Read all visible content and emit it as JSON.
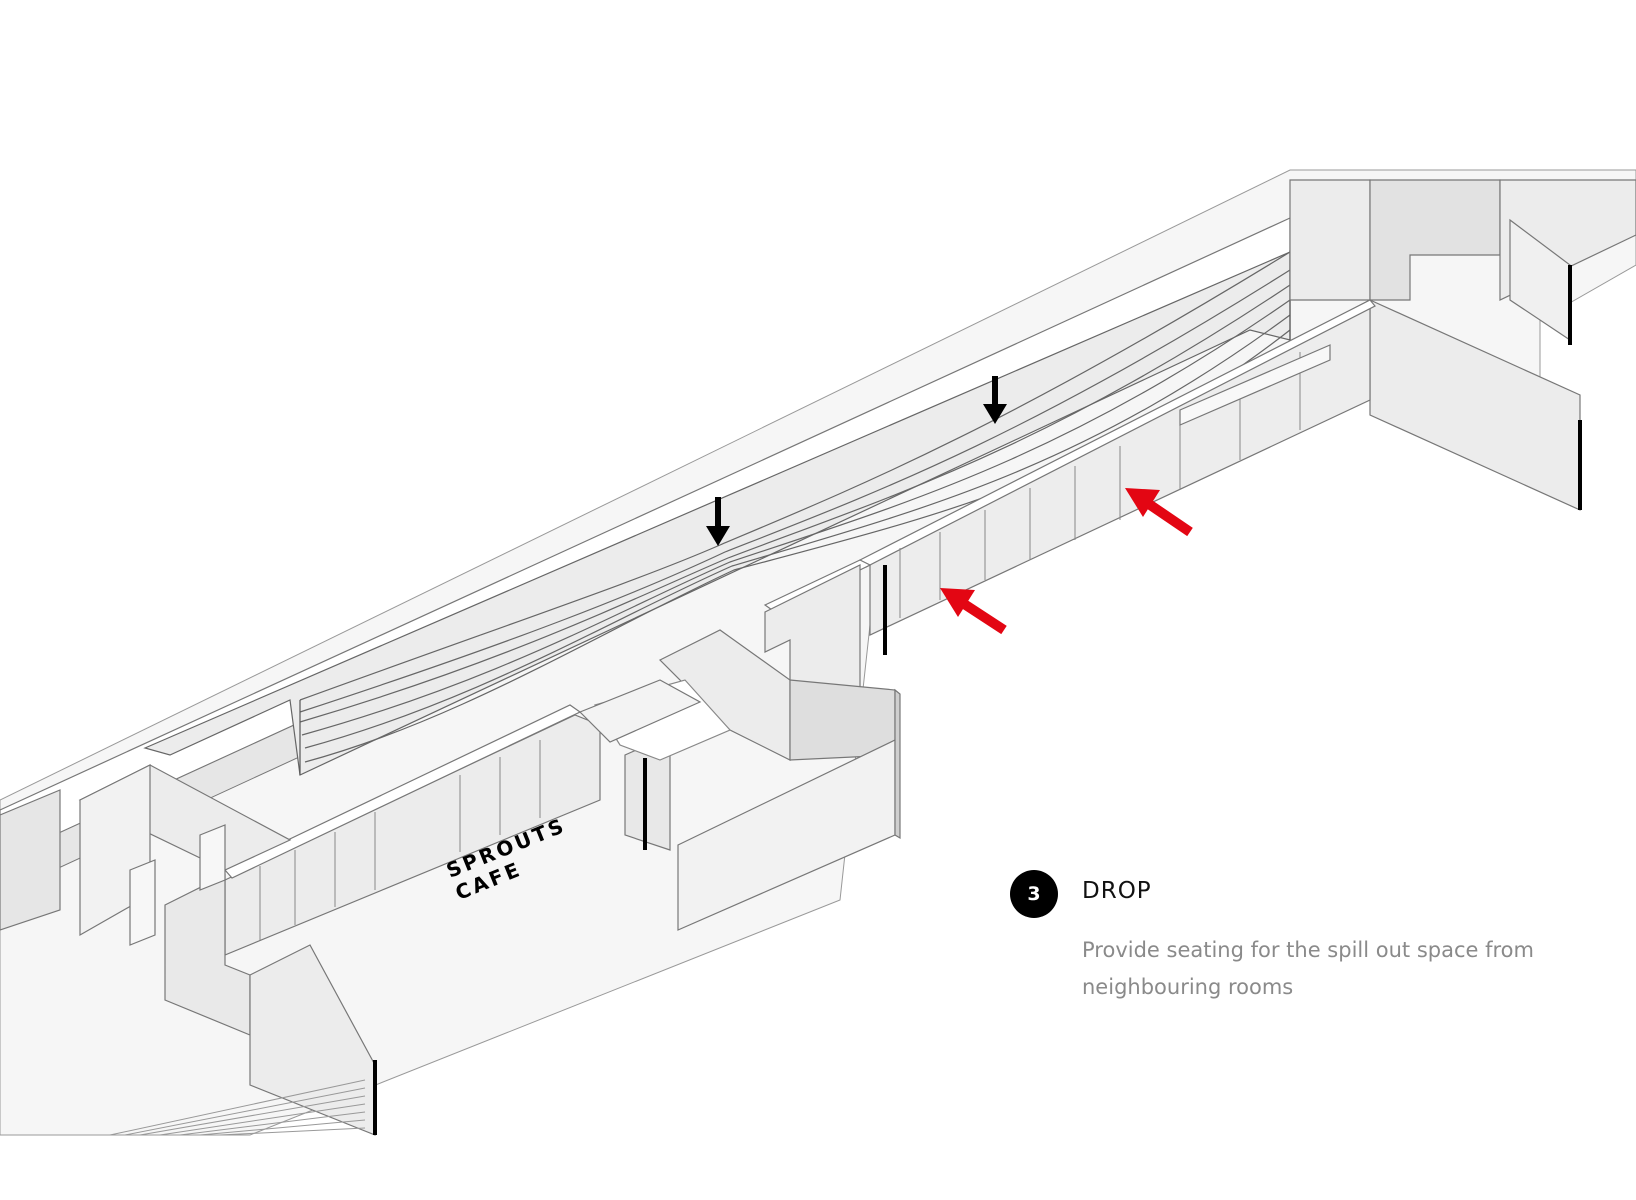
{
  "sign": {
    "line1": "SPROUTS",
    "line2": "CAFE"
  },
  "step": {
    "number": "3",
    "title": "DROP",
    "description": "Provide seating for the spill out space from neighbouring rooms"
  },
  "colors": {
    "accent_arrow": "#e30613",
    "marker_arrow": "#000000",
    "wall": "#ececec",
    "floor": "#f7f7f7",
    "line": "#777777"
  },
  "icons": {
    "black_arrows": "arrow-down-icon",
    "red_arrows": "arrow-up-left-icon"
  }
}
